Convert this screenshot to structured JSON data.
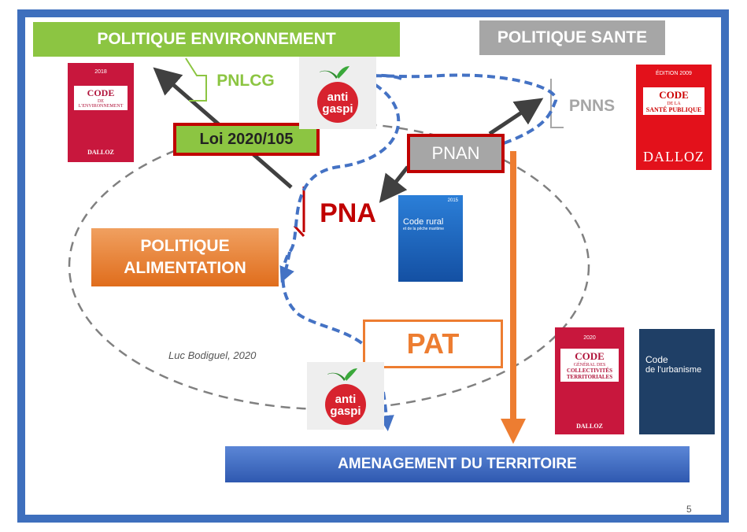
{
  "colors": {
    "frame": "#3e6fbd",
    "env_green": "#8cc542",
    "sante_gray": "#a6a6a6",
    "alimentation_orange": "#ed7d31",
    "pat_orange": "#ed7d31",
    "amenagement_blue": "#3b67c1",
    "dark_red": "#c00000",
    "dashed_blue": "#4472c4",
    "dashed_gray": "#808080",
    "arrow_dark": "#404040"
  },
  "labels": {
    "politique_environnement": "POLITIQUE ENVIRONNEMENT",
    "politique_sante": "POLITIQUE SANTE",
    "pnlcg": "PNLCG",
    "pnns": "PNNS",
    "loi": "Loi 2020/105",
    "pnan": "PNAN",
    "pna": "PNA",
    "politique_alimentation_line1": "POLITIQUE",
    "politique_alimentation_line2": "ALIMENTATION",
    "pat": "PAT",
    "amenagement": "AMENAGEMENT DU TERRITOIRE",
    "credit": "Luc Bodiguel, 2020",
    "page_number": "5"
  },
  "logos": {
    "antigaspi_line1": "anti",
    "antigaspi_line2": "gaspi"
  },
  "books": {
    "code_env": {
      "title1": "CODE",
      "title2": "DE",
      "title3": "L'ENVIRONNEMENT",
      "publisher": "DALLOZ",
      "year": "2018"
    },
    "code_sante": {
      "edition": "ÉDITION 2009",
      "title1": "CODE",
      "title2": "DE LA",
      "title3": "SANTÉ PUBLIQUE",
      "publisher": "DALLOZ"
    },
    "code_rural": {
      "title1": "Code rural",
      "title2": "et de la pêche maritime",
      "year": "2015"
    },
    "code_collectivites": {
      "year": "2020",
      "title1": "CODE",
      "title2": "GÉNÉRAL DES",
      "title3": "COLLECTIVITÉS",
      "title4": "TERRITORIALES",
      "publisher": "DALLOZ"
    },
    "code_urbanisme": {
      "title1": "Code",
      "title2": "de l'urbanisme"
    }
  }
}
